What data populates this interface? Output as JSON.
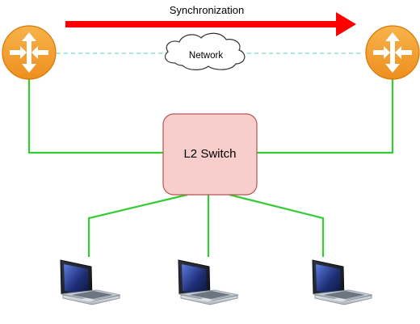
{
  "diagram": {
    "labels": {
      "synchronization": "Synchronization",
      "network": "Network",
      "switch": "L2 Switch"
    },
    "nodes": {
      "left_router": {
        "icon": "router-icon"
      },
      "right_router": {
        "icon": "router-icon"
      },
      "switch": {
        "icon": "switch-box"
      },
      "laptops": [
        {
          "icon": "laptop-icon"
        },
        {
          "icon": "laptop-icon"
        },
        {
          "icon": "laptop-icon"
        }
      ]
    },
    "colors": {
      "sync_arrow": "#ff0000",
      "links": "#33cc33",
      "network_dashed": "#9be7d5",
      "router_fill": "#f5a623",
      "router_stroke": "#d97706",
      "switch_fill": "#f8cecc",
      "switch_stroke": "#b85450",
      "cloud_fill": "#ffffff",
      "cloud_stroke": "#333333",
      "laptop_dark": "#1f2430",
      "laptop_screen": "#2b3e86",
      "laptop_keyboard": "#cfd5dc"
    }
  }
}
